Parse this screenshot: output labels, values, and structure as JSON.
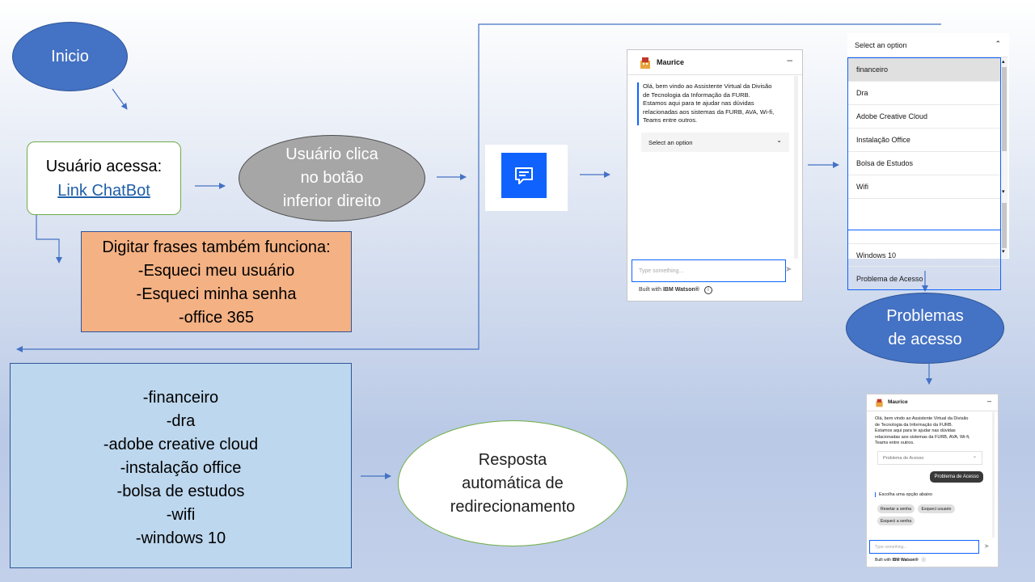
{
  "nodes": {
    "inicio": "Inicio",
    "usuario_acessa": "Usuário acessa:",
    "link_chatbot": "Link ChatBot",
    "usuario_clica": [
      "Usuário clica",
      "no botão",
      "inferior direito"
    ],
    "digitar_frases": [
      "Digitar frases também funciona:",
      "-Esqueci meu usuário",
      "-Esqueci minha senha",
      "-office 365"
    ],
    "topics": [
      "-financeiro",
      "-dra",
      "-adobe creative cloud",
      "-instalação office",
      "-bolsa de estudos",
      "-wifi",
      "-windows 10"
    ],
    "resposta": [
      "Resposta",
      "automática de",
      "redirecionamento"
    ],
    "problemas": [
      "Problemas",
      "de acesso"
    ]
  },
  "chat_widget": {
    "bot_name": "Maurice",
    "minimize": "–",
    "welcome": [
      "Olá, bem vindo ao Assistente Virtual da Divisão",
      "de Tecnologia da Informação da FURB.",
      "Estamos aqui para te ajudar nas dúvidas",
      "relacionadas aos sistemas da FURB, AVA, Wi-fi,",
      "Teams entre outros."
    ],
    "select_placeholder": "Select an option",
    "input_placeholder": "Type something...",
    "footer_prefix": "Built with",
    "footer_brand": "IBM Watson®"
  },
  "dropdown": {
    "header": "Select an option",
    "options": [
      "financeiro",
      "Dra",
      "Adobe Creative Cloud",
      "Instalação Office",
      "Bolsa de Estudos",
      "Wifi",
      "Windows 10",
      "Problema de Acesso"
    ]
  },
  "small_widget": {
    "bot_name": "Maurice",
    "welcome": [
      "Olá, bem vindo ao Assistente Virtual da Divisão",
      "de Tecnologia da Informação da FURB.",
      "Estamos aqui para te ajudar nas dúvidas",
      "relacionadas aos sistemas da FURB, AVA, Wi-fi,",
      "Teams entre outros."
    ],
    "selected_value": "Problema de Acesso",
    "user_bubble": "Problema de Acesso",
    "prompt": "Escolha uma opção abaixo",
    "choices": [
      "Resetar a senha",
      "Esqueci usuario",
      "Esqueci a senha"
    ],
    "input_placeholder": "Type something...",
    "footer_prefix": "Built with",
    "footer_brand": "IBM Watson®"
  },
  "colors": {
    "accent_blue": "#4472c4",
    "ibm_blue": "#0f62fe",
    "orange_box": "#f4b183",
    "light_blue_box": "#bdd7ee",
    "gray_oval": "#a6a6a6"
  }
}
